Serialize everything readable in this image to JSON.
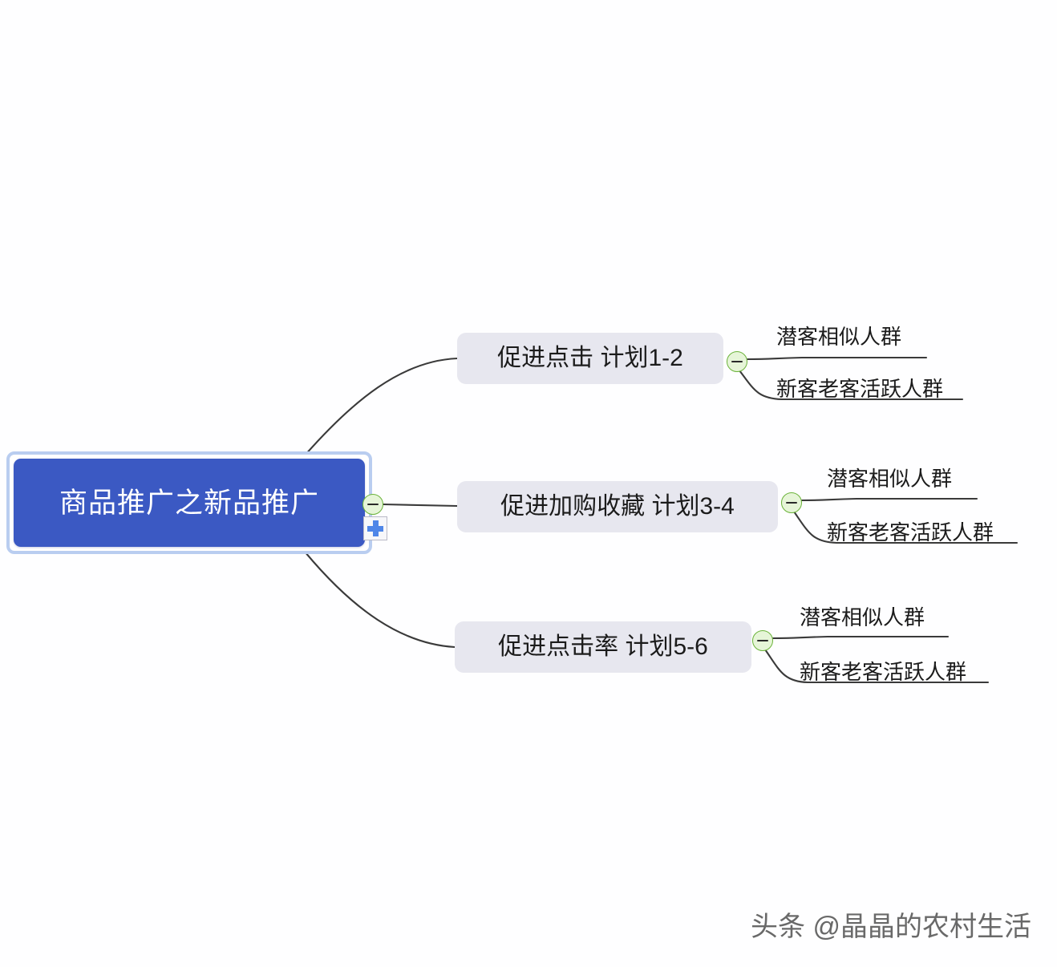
{
  "diagram": {
    "type": "mind-map",
    "root": {
      "label": "商品推广之新品推广",
      "color": "#3b59c3",
      "text_color": "#ffffff",
      "selected": true,
      "selection_color": "#b9cdf0"
    },
    "toggle_icon": "collapse-minus-icon",
    "toggle_color": "#6bb33a",
    "add_icon": "plus-icon",
    "add_icon_color": "#4f86e8",
    "branch_color": "#e7e7ef",
    "connector_color": "#3a3a3a",
    "branches": [
      {
        "label": "促进点击 计划1-2",
        "leaves": [
          {
            "label": "潜客相似人群"
          },
          {
            "label": "新客老客活跃人群"
          }
        ]
      },
      {
        "label": "促进加购收藏 计划3-4",
        "leaves": [
          {
            "label": "潜客相似人群"
          },
          {
            "label": "新客老客活跃人群"
          }
        ]
      },
      {
        "label": "促进点击率 计划5-6",
        "leaves": [
          {
            "label": "潜客相似人群"
          },
          {
            "label": "新客老客活跃人群"
          }
        ]
      }
    ]
  },
  "watermark": {
    "text": "头条 @晶晶的农村生活"
  }
}
